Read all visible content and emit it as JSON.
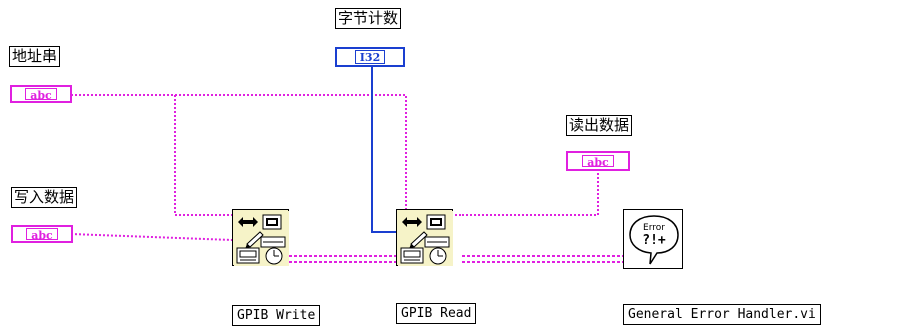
{
  "labels": {
    "address": "地址串",
    "byte_count": "字节计数",
    "write_data": "写入数据",
    "read_data": "读出数据"
  },
  "controls": {
    "address_type": "abc",
    "byte_count_type": "I32",
    "write_data_type": "abc",
    "read_data_type": "abc"
  },
  "nodes": {
    "gpib_write": "GPIB Write",
    "gpib_read": "GPIB Read",
    "error_handler": "General Error Handler.vi",
    "error_icon_text": "Error",
    "error_icon_symbol": "?!+"
  },
  "colors": {
    "string_wire": "#e020e0",
    "int_wire": "#1a3fd0",
    "error_wire": "#e020e0",
    "node_bg": "#f6f3c8"
  },
  "icons": [
    "gpib-write-icon",
    "gpib-read-icon",
    "error-handler-icon"
  ]
}
